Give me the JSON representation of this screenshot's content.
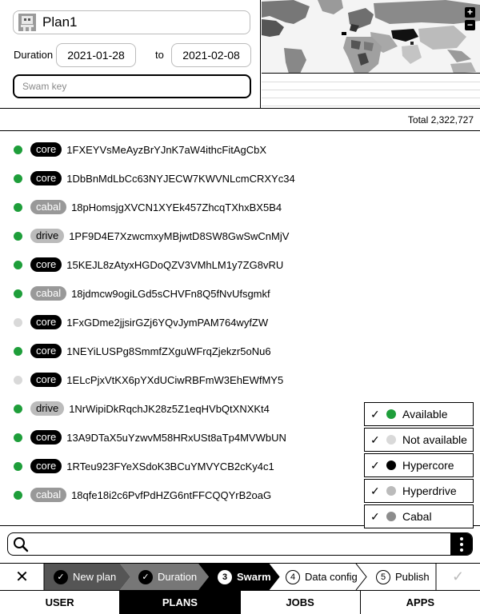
{
  "plan": {
    "name": "Plan1"
  },
  "duration": {
    "label": "Duration",
    "from": "2021-01-28",
    "to_label": "to",
    "to": "2021-02-08"
  },
  "swarm": {
    "placeholder": "Swam key"
  },
  "map": {
    "zoom_in": "+",
    "zoom_out": "−"
  },
  "total": "Total 2,322,727",
  "colors": {
    "available": "#1e9e3a",
    "not_available": "#d9d9d9",
    "hypercore": "#000000",
    "hyperdrive": "#bbbbbb",
    "cabal": "#8c8c8c"
  },
  "rows": [
    {
      "status": "available",
      "type": "core",
      "key": "1FXEYVsMeAyzBrYJnK7aW4ithcFitAgCbX"
    },
    {
      "status": "available",
      "type": "core",
      "key": "1DbBnMdLbCc63NYJECW7KWVNLcmCRXYc34"
    },
    {
      "status": "available",
      "type": "cabal",
      "key": "18pHomsjgXVCN1XYEk457ZhcqTXhxBX5B4"
    },
    {
      "status": "available",
      "type": "drive",
      "key": "1PF9D4E7XzwcmxyMBjwtD8SW8GwSwCnMjV"
    },
    {
      "status": "available",
      "type": "core",
      "key": "15KEJL8zAtyxHGDoQZV3VMhLM1y7ZG8vRU"
    },
    {
      "status": "available",
      "type": "cabal",
      "key": "18jdmcw9ogiLGd5sCHVFn8Q5fNvUfsgmkf"
    },
    {
      "status": "not_available",
      "type": "core",
      "key": "1FxGDme2jjsirGZj6YQvJymPAM764wyfZW"
    },
    {
      "status": "available",
      "type": "core",
      "key": "1NEYiLUSPg8SmmfZXguWFrqZjekzr5oNu6"
    },
    {
      "status": "not_available",
      "type": "core",
      "key": "1ELcPjxVtKX6pYXdUCiwRBFmW3EhEWfMY5"
    },
    {
      "status": "available",
      "type": "drive",
      "key": "1NrWipiDkRqchJK28z5Z1eqHVbQtXNXKt4"
    },
    {
      "status": "available",
      "type": "core",
      "key": "13A9DTaX5uYzwvM58HRxUSt8aTp4MVWbUN"
    },
    {
      "status": "available",
      "type": "core",
      "key": "1RTeu923FYeXSdoK3BCuYMVYCB2cKy4c1"
    },
    {
      "status": "available",
      "type": "cabal",
      "key": "18qfe18i2c6PvfPdHZG6ntFFCQQYrB2oaG"
    }
  ],
  "legend": [
    {
      "label": "Available",
      "checked": true,
      "color_key": "available"
    },
    {
      "label": "Not available",
      "checked": true,
      "color_key": "not_available"
    },
    {
      "label": "Hypercore",
      "checked": true,
      "color_key": "hypercore"
    },
    {
      "label": "Hyperdrive",
      "checked": true,
      "color_key": "hyperdrive"
    },
    {
      "label": "Cabal",
      "checked": true,
      "color_key": "cabal"
    }
  ],
  "search": {
    "value": "",
    "placeholder": ""
  },
  "wizard": {
    "close": "✕",
    "steps": [
      {
        "num": "✓",
        "label": "New plan",
        "state": "done"
      },
      {
        "num": "✓",
        "label": "Duration",
        "state": "done"
      },
      {
        "num": "3",
        "label": "Swarm",
        "state": "active"
      },
      {
        "num": "4",
        "label": "Data config",
        "state": "todo"
      },
      {
        "num": "5",
        "label": "Publish",
        "state": "todo"
      }
    ],
    "finish": "✓"
  },
  "tabs": [
    {
      "label": "USER",
      "selected": false
    },
    {
      "label": "PLANS",
      "selected": true
    },
    {
      "label": "JOBS",
      "selected": false
    },
    {
      "label": "APPS",
      "selected": false
    }
  ],
  "icons": {
    "plan": "plan-avatar-icon",
    "search": "search-icon",
    "more": "more-vertical-icon",
    "close": "close-icon",
    "check": "check-icon"
  }
}
